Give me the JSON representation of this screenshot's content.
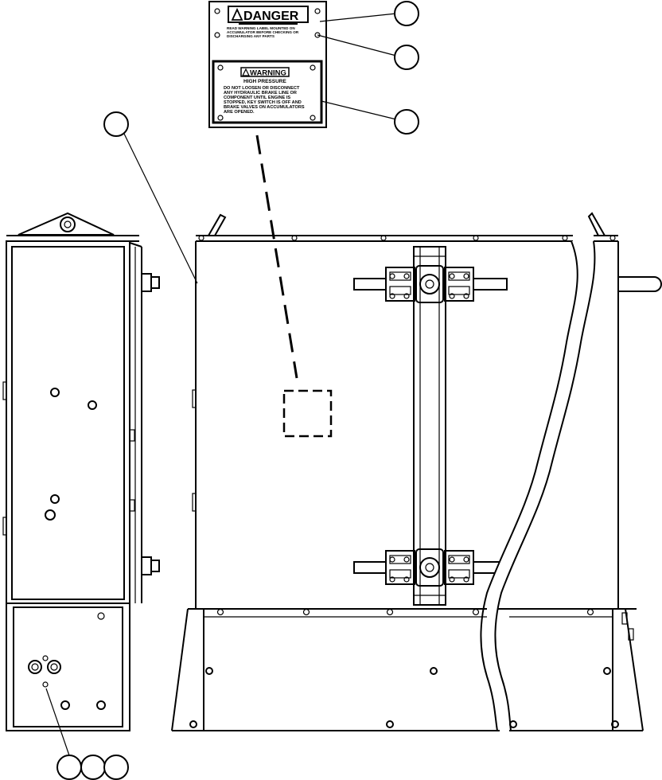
{
  "danger_label": {
    "title": "DANGER",
    "line1": "READ WARNING LABEL MOUNTED ON",
    "line2": "ACCUMULATOR BEFORE CHECKING OR",
    "line3": "DISCHARGING ANY PARTS"
  },
  "warning_label": {
    "title": "WARNING",
    "subtitle": "HIGH PRESSURE",
    "lines": [
      "DO NOT LOOSEN OR DISCONNECT",
      "ANY HYDRAULIC BRAKE LINE OR",
      "COMPONENT UNTIL ENGINE IS",
      "STOPPED, KEY SWITCH IS OFF AND",
      "BRAKE VALVES ON ACCUMULATORS",
      "ARE OPENED."
    ]
  },
  "callouts": {
    "count_top_right": 3,
    "count_left": 1,
    "count_bottom": 3
  }
}
